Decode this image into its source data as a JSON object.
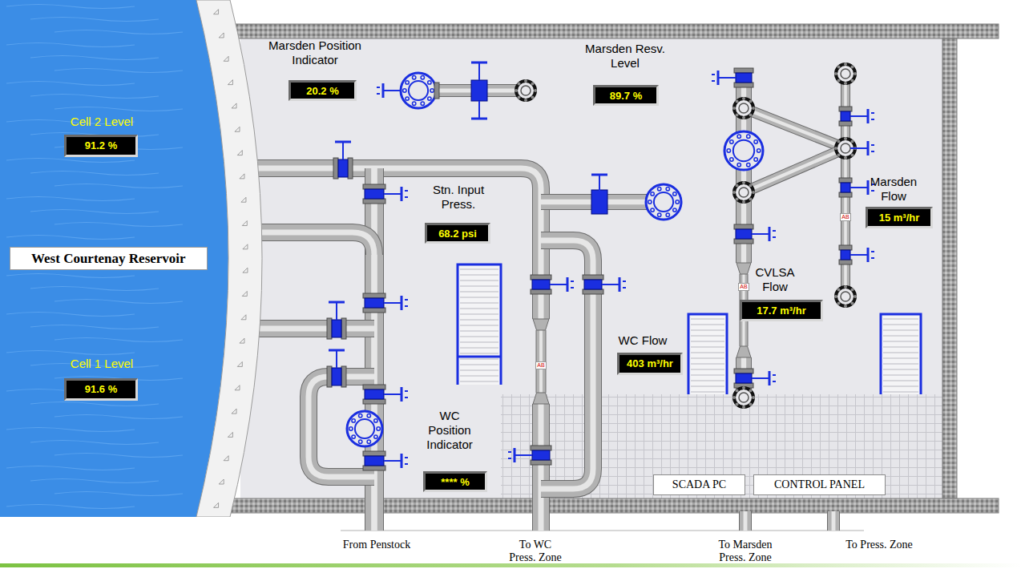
{
  "diagram": {
    "nodes": [
      {
        "text": [
          "West Courtenay Reservoir"
        ]
      },
      {
        "text": [
          "Marsden Position Indicator",
          "20.2 %"
        ]
      },
      {
        "text": [
          "Marsden Resv. Level",
          "89.7 %"
        ]
      },
      {
        "text": [
          "Cell 2 Level",
          "91.2 %"
        ],
        "in": 0
      },
      {
        "text": [
          "Marsden Flow",
          "15 m³/hr"
        ]
      },
      {
        "text": [
          "Stn. Input Press.",
          "68.2 psi"
        ]
      },
      {
        "text": [
          "CVLSA Flow",
          "17.7 m³/hr"
        ]
      },
      {
        "text": [
          "WC Flow",
          "403 m³/hr"
        ]
      },
      {
        "text": [
          "Cell 1 Level",
          "91.6 %"
        ],
        "in": 0
      },
      {
        "text": [
          "WC Position Indicator",
          "**** %"
        ]
      },
      {
        "text": [
          "SCADA PC"
        ]
      },
      {
        "text": [
          "CONTROL PANEL"
        ]
      }
    ],
    "labels": [
      "From Penstock",
      "To WC Press. Zone",
      "To Marsden Press. Zone",
      "To Press. Zone",
      "AB",
      "AB",
      "AB"
    ]
  }
}
